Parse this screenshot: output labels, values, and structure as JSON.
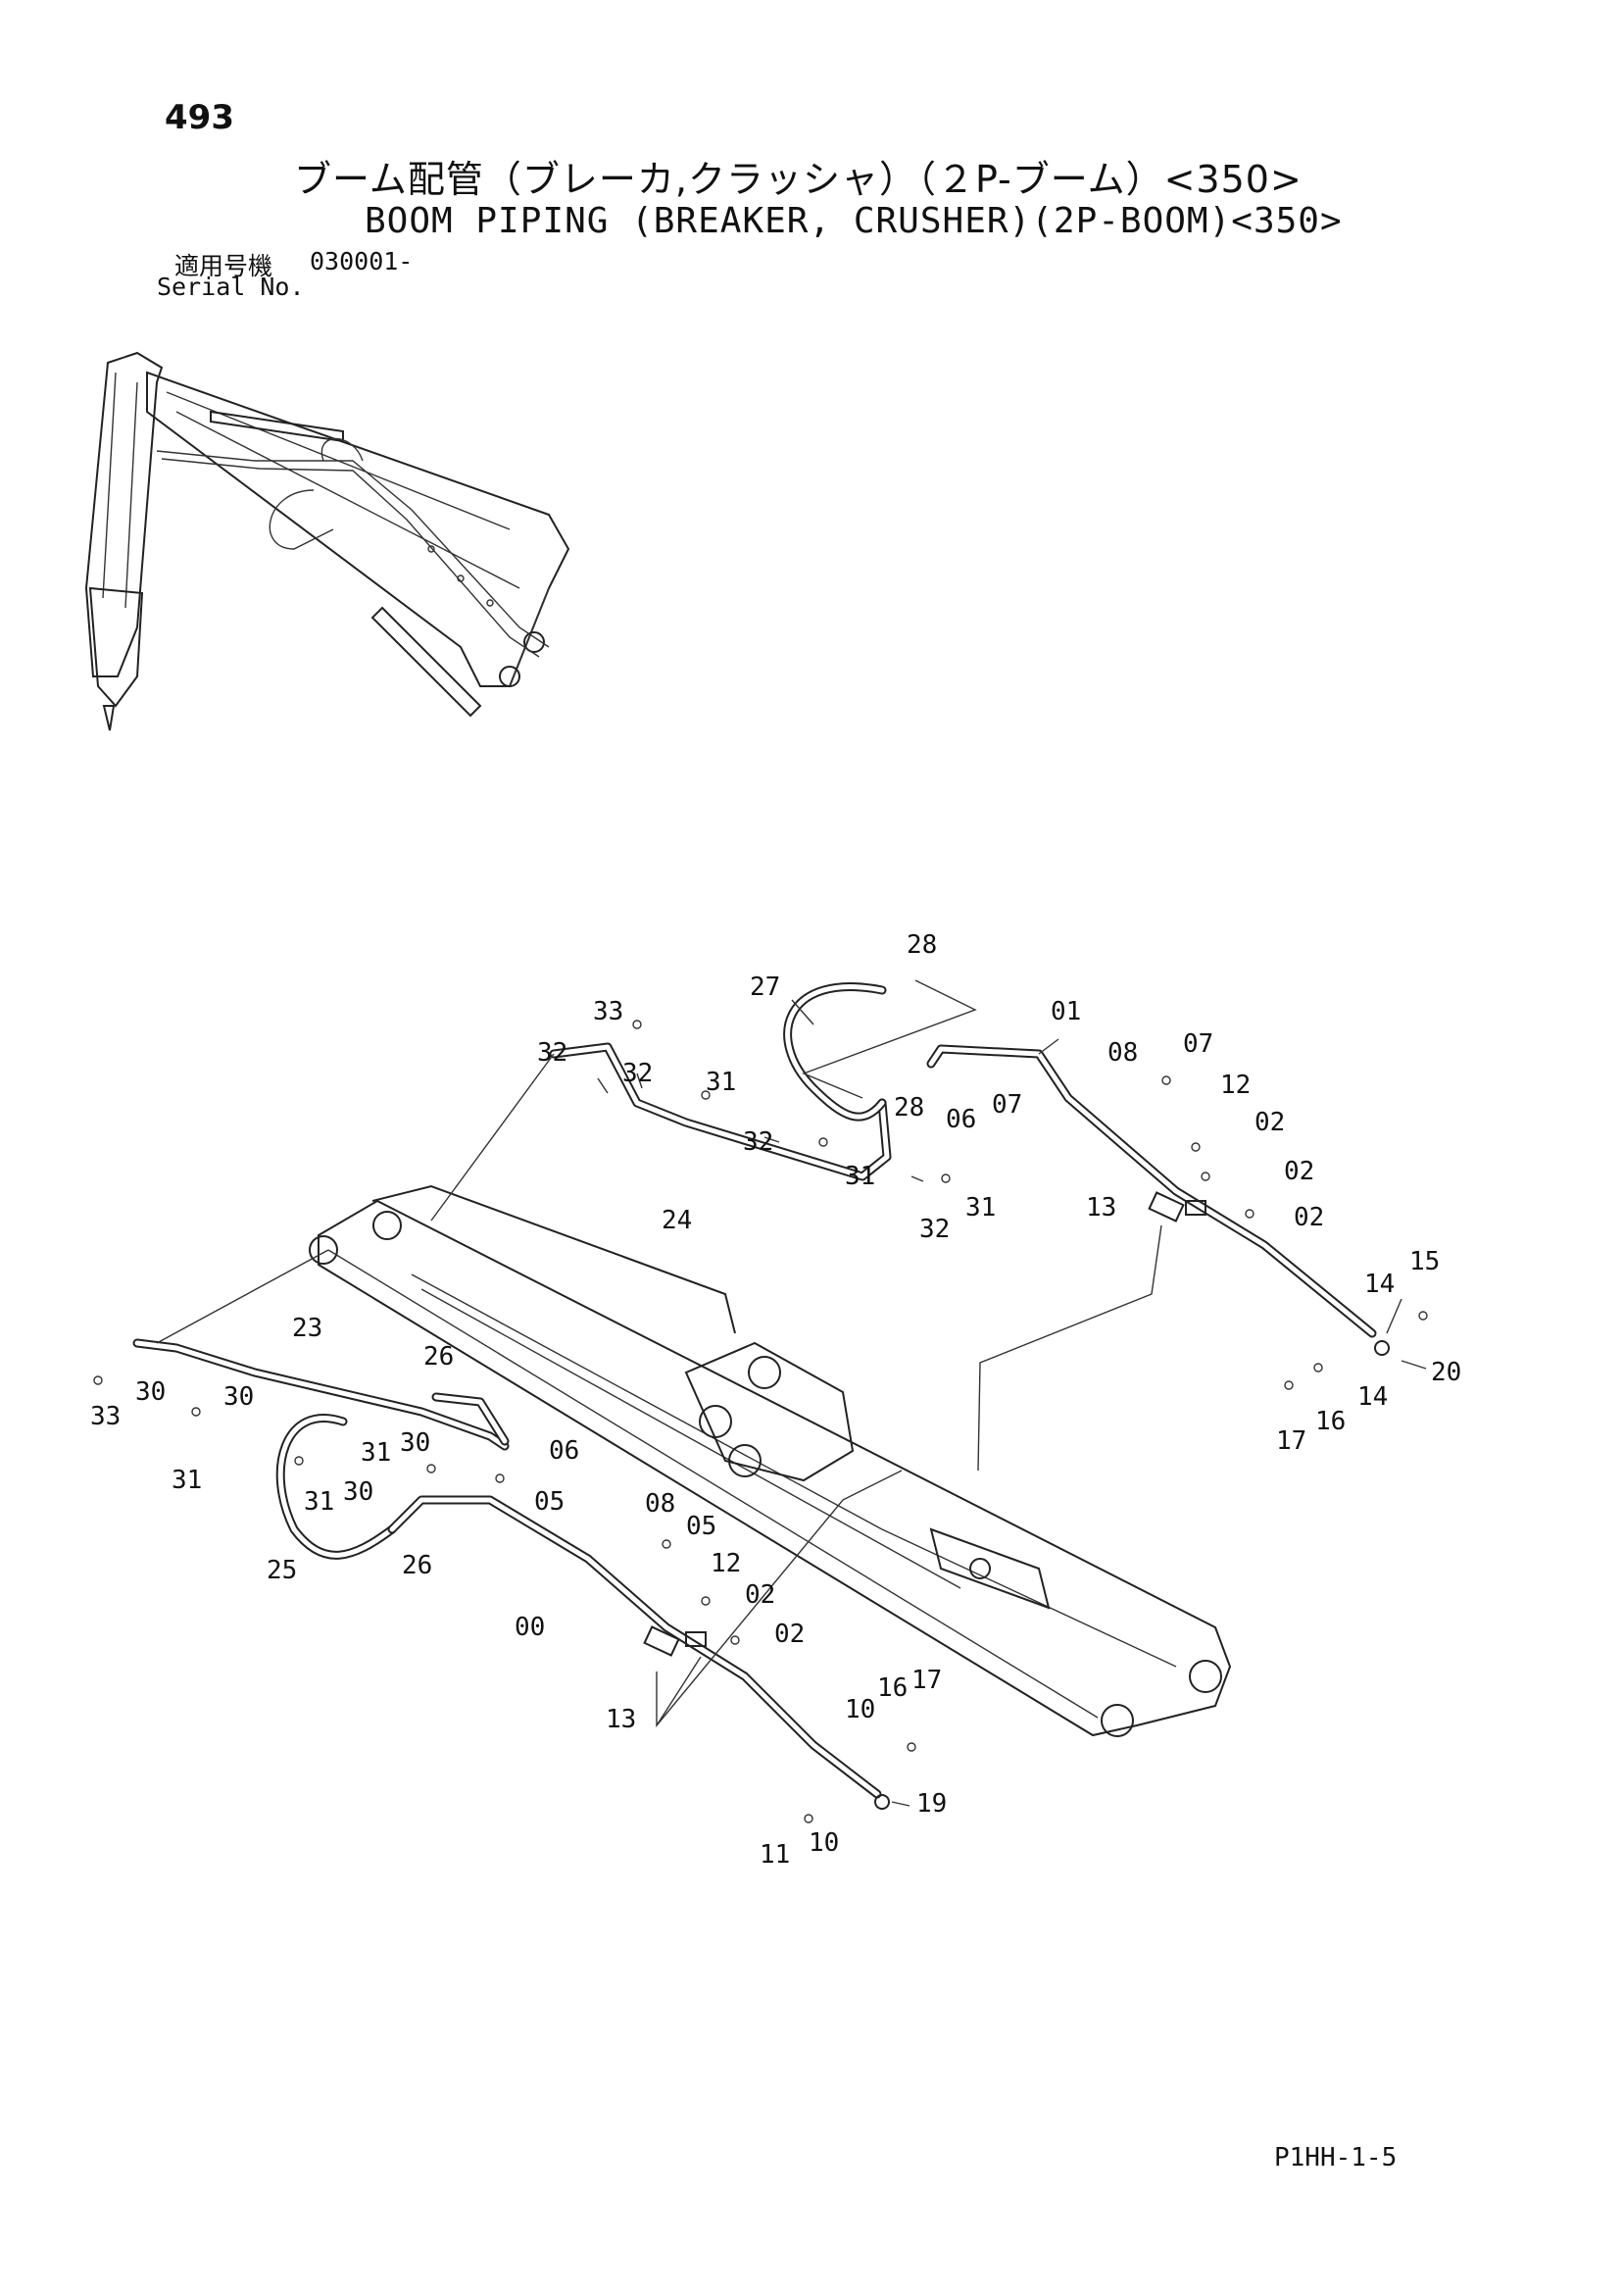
{
  "header": {
    "page_number": "493",
    "title_ja": "ブーム配管（ブレーカ,クラッシャ）（２P-ブーム）<350>",
    "title_en": "BOOM PIPING (BREAKER, CRUSHER)(2P-BOOM)<350>",
    "serial_label_ja": "適用号機",
    "serial_label_en": "Serial No.",
    "serial_value": "030001-"
  },
  "footer": {
    "drawing_code": "P1HH-1-5"
  },
  "callouts": [
    {
      "id": "c28a",
      "label": "28"
    },
    {
      "id": "c27",
      "label": "27"
    },
    {
      "id": "c01",
      "label": "01"
    },
    {
      "id": "c33a",
      "label": "33"
    },
    {
      "id": "c32a",
      "label": "32"
    },
    {
      "id": "c31a",
      "label": "31"
    },
    {
      "id": "c32b",
      "label": "32"
    },
    {
      "id": "c08a",
      "label": "08"
    },
    {
      "id": "c07a",
      "label": "07"
    },
    {
      "id": "c07b",
      "label": "07"
    },
    {
      "id": "c06a",
      "label": "06"
    },
    {
      "id": "c28b",
      "label": "28"
    },
    {
      "id": "c12a",
      "label": "12"
    },
    {
      "id": "c32c",
      "label": "32"
    },
    {
      "id": "c31b",
      "label": "31"
    },
    {
      "id": "c02a",
      "label": "02"
    },
    {
      "id": "c02b",
      "label": "02"
    },
    {
      "id": "c32d",
      "label": "32"
    },
    {
      "id": "c31c",
      "label": "31"
    },
    {
      "id": "c24",
      "label": "24"
    },
    {
      "id": "c13a",
      "label": "13"
    },
    {
      "id": "c02c",
      "label": "02"
    },
    {
      "id": "c15",
      "label": "15"
    },
    {
      "id": "c14a",
      "label": "14"
    },
    {
      "id": "c20",
      "label": "20"
    },
    {
      "id": "c14b",
      "label": "14"
    },
    {
      "id": "c16a",
      "label": "16"
    },
    {
      "id": "c17a",
      "label": "17"
    },
    {
      "id": "c23",
      "label": "23"
    },
    {
      "id": "c30a",
      "label": "30"
    },
    {
      "id": "c33b",
      "label": "33"
    },
    {
      "id": "c30b",
      "label": "30"
    },
    {
      "id": "c31d",
      "label": "31"
    },
    {
      "id": "c26a",
      "label": "26"
    },
    {
      "id": "c30c",
      "label": "30"
    },
    {
      "id": "c31e",
      "label": "31"
    },
    {
      "id": "c06b",
      "label": "06"
    },
    {
      "id": "c31f",
      "label": "31"
    },
    {
      "id": "c30d",
      "label": "30"
    },
    {
      "id": "c05a",
      "label": "05"
    },
    {
      "id": "c25",
      "label": "25"
    },
    {
      "id": "c26b",
      "label": "26"
    },
    {
      "id": "c08b",
      "label": "08"
    },
    {
      "id": "c05b",
      "label": "05"
    },
    {
      "id": "c12b",
      "label": "12"
    },
    {
      "id": "c00",
      "label": "00"
    },
    {
      "id": "c02d",
      "label": "02"
    },
    {
      "id": "c02e",
      "label": "02"
    },
    {
      "id": "c13b",
      "label": "13"
    },
    {
      "id": "c10a",
      "label": "10"
    },
    {
      "id": "c16b",
      "label": "16"
    },
    {
      "id": "c17b",
      "label": "17"
    },
    {
      "id": "c19",
      "label": "19"
    },
    {
      "id": "c11",
      "label": "11"
    },
    {
      "id": "c10b",
      "label": "10"
    }
  ]
}
